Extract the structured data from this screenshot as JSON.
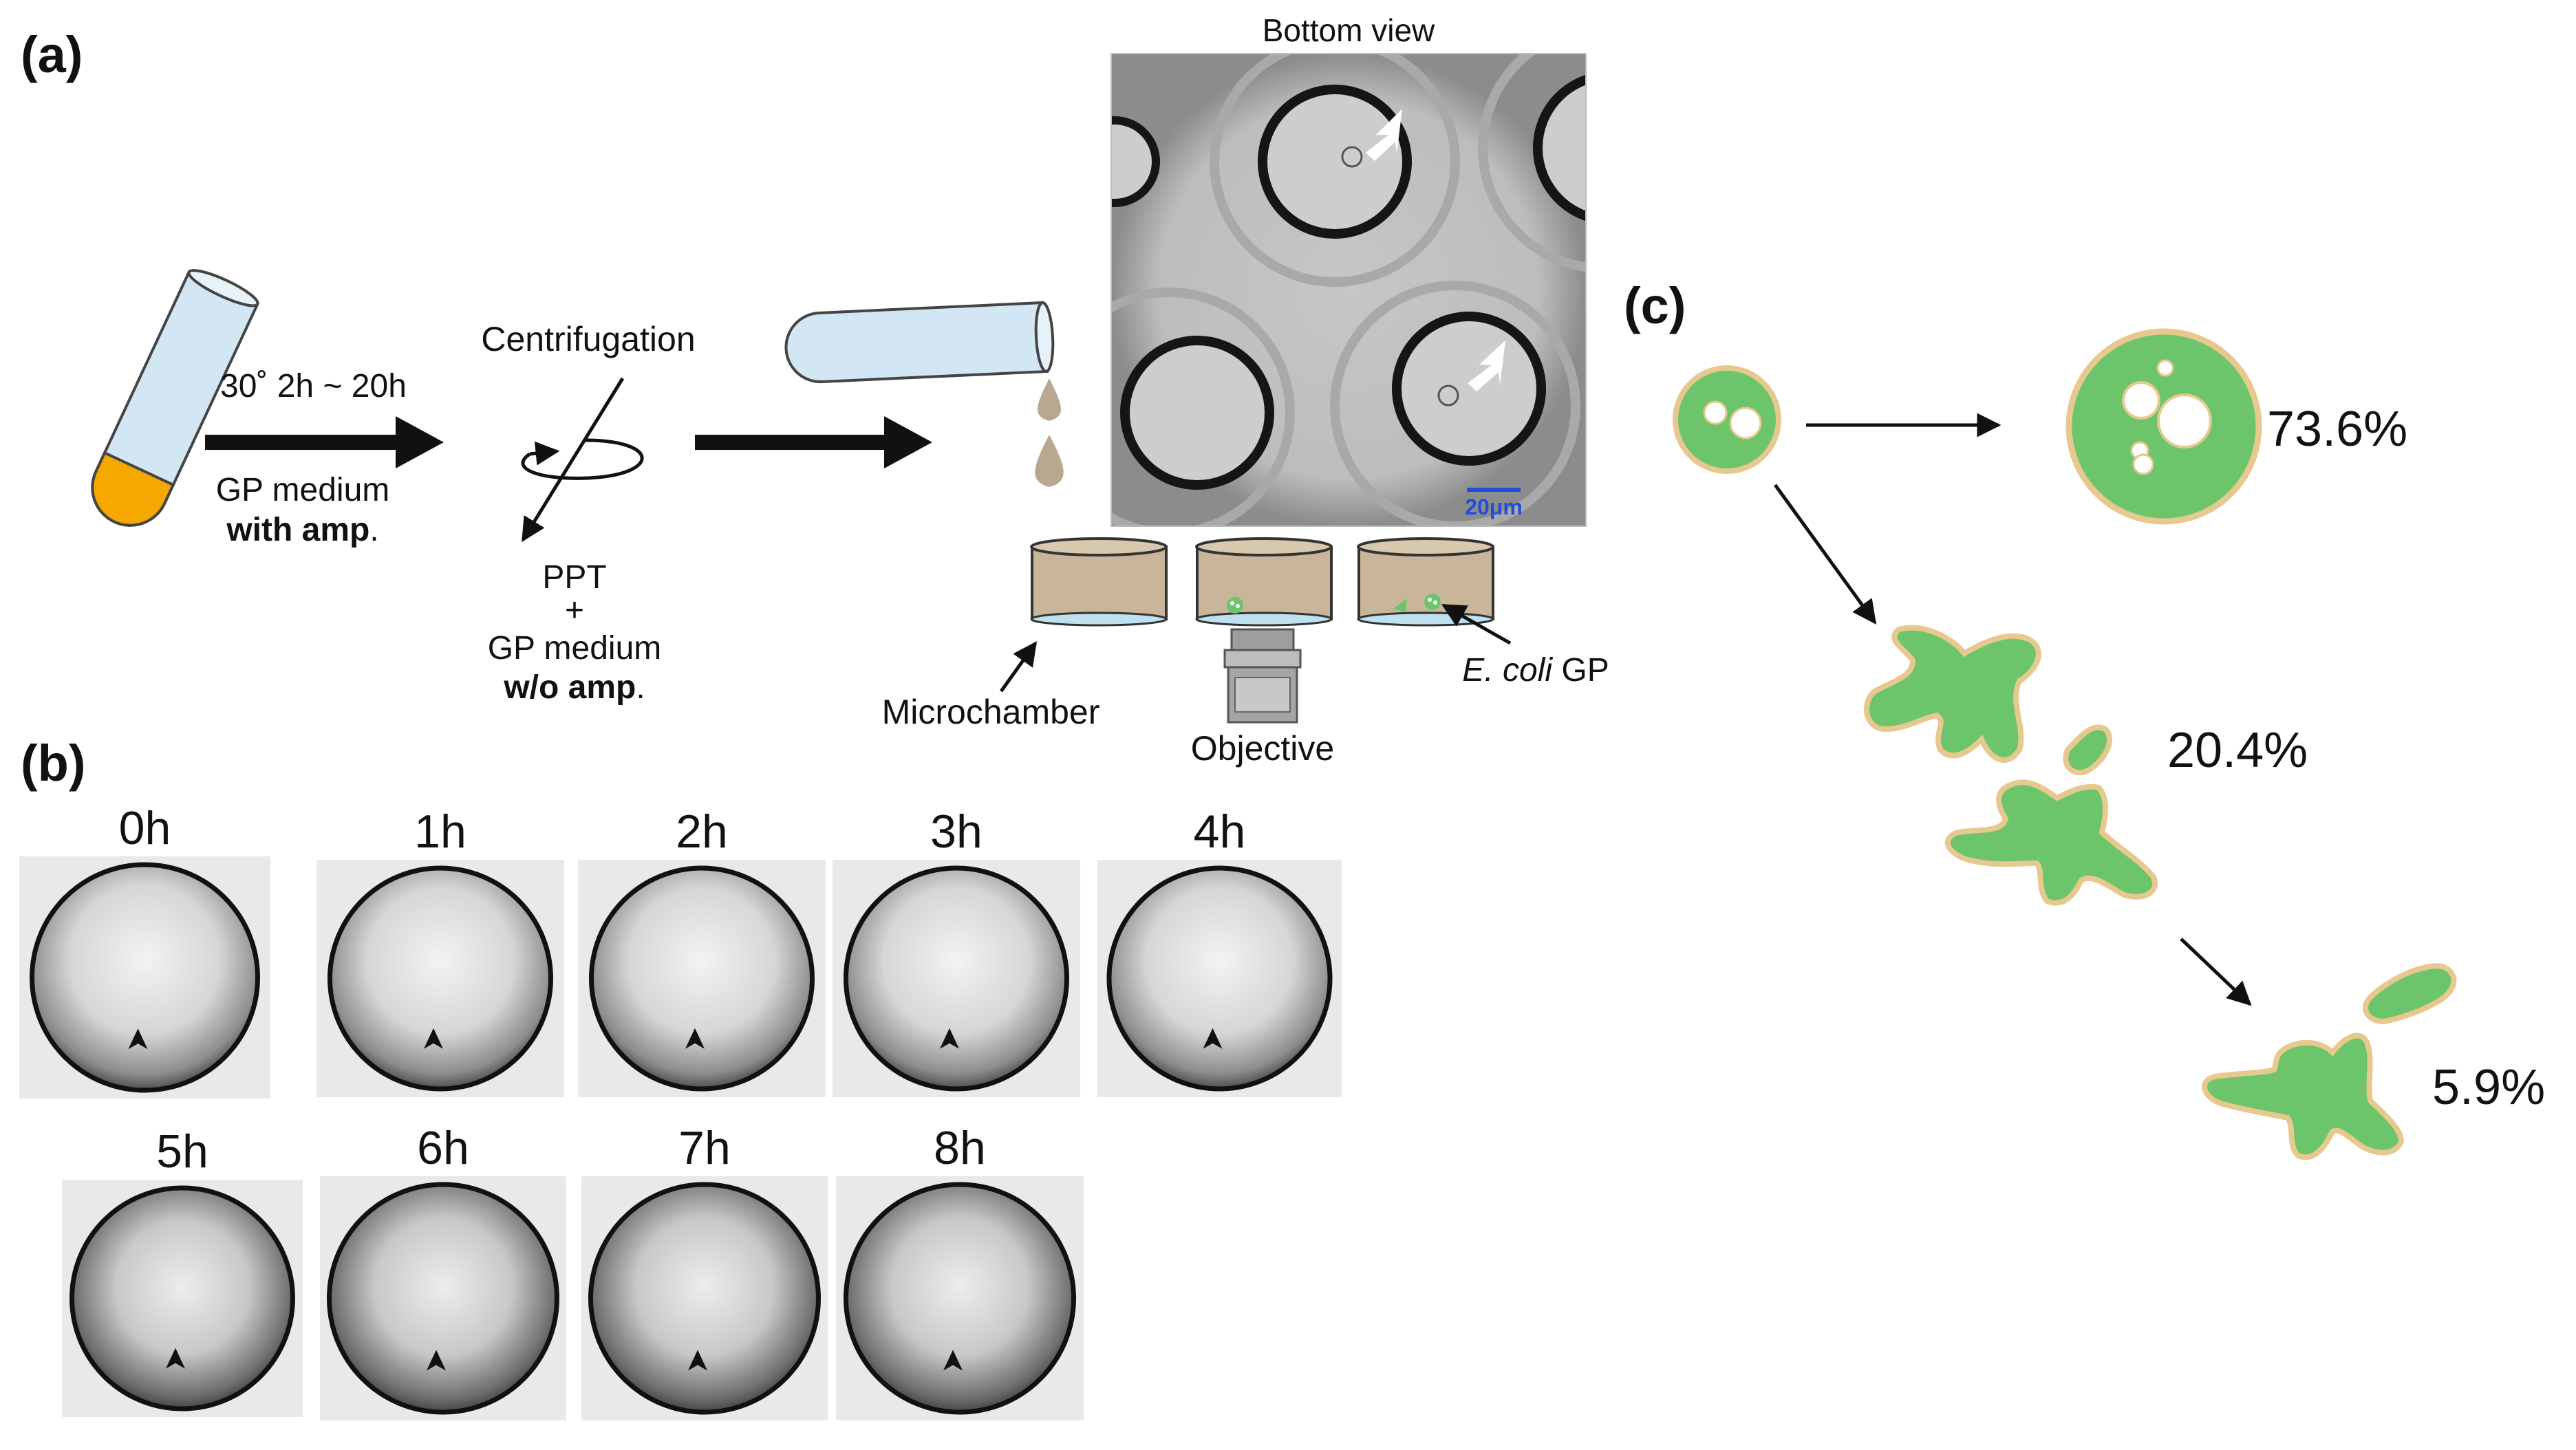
{
  "panels": {
    "a": {
      "tag": "(a)",
      "incubation": "30˚ 2h ~ 20h",
      "medium_line1": "GP medium",
      "medium_line2": "with amp",
      "medium_dot": ".",
      "centrifugation": "Centrifugation",
      "ppt_line1": "PPT",
      "ppt_line2": "+",
      "ppt_line3": "GP medium",
      "ppt_line4": "w/o amp",
      "ppt_dot": ".",
      "bottom_view": "Bottom view",
      "scale_bar": "20μm",
      "microchamber": "Microchamber",
      "objective": "Objective",
      "ecoli_italic": "E. coli",
      "ecoli_rest": " GP"
    },
    "b": {
      "tag": "(b)",
      "times": [
        "0h",
        "1h",
        "2h",
        "3h",
        "4h",
        "5h",
        "6h",
        "7h",
        "8h"
      ]
    },
    "c": {
      "tag": "(c)",
      "percent_top": "73.6%",
      "percent_mid": "20.4%",
      "percent_bottom": "5.9%"
    }
  },
  "colors": {
    "cell_green": "#6cc56a",
    "cell_outline": "#e7c88e",
    "tube_blue": "#d3e6f3",
    "tube_yellow": "#f5a800",
    "chamber_tan": "#c9b69a",
    "droplet": "#b9a88f",
    "scale_blue": "#1f4fd6"
  }
}
